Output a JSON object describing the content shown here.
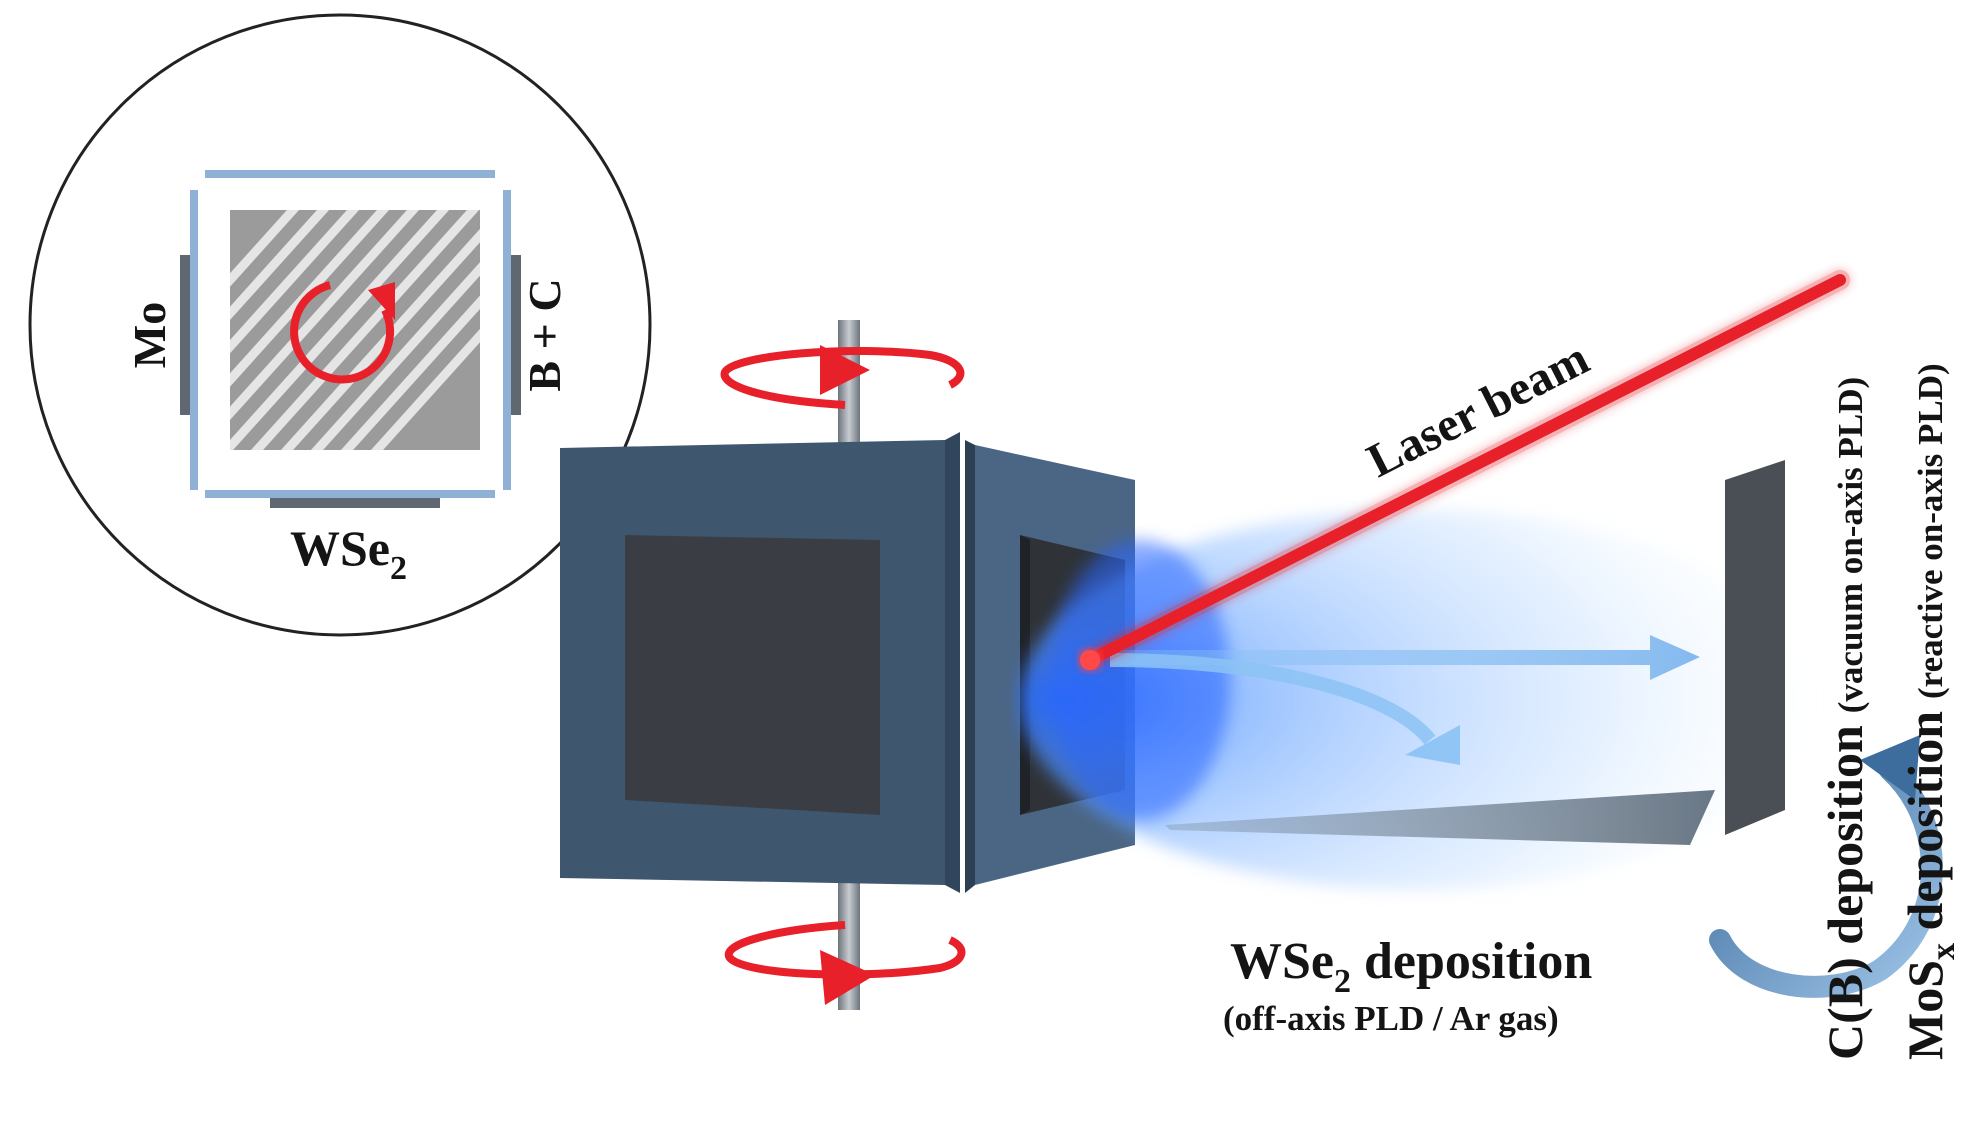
{
  "inset": {
    "left_label": "Mo",
    "right_label": "B + C",
    "bottom_label_main": "WSe",
    "bottom_label_sub": "2"
  },
  "laser": {
    "label": "Laser beam"
  },
  "wse2_deposition": {
    "title_main": "WSe",
    "title_sub": "2",
    "title_rest": " deposition",
    "subtitle": "(off-axis PLD / Ar gas)"
  },
  "cb_deposition": {
    "label": "C(B) deposition",
    "note": "(vacuum on-axis PLD)"
  },
  "mos_deposition": {
    "label_main": "MoS",
    "label_sub": "x",
    "label_rest": " deposition",
    "note": "(reactive on-axis PLD)"
  },
  "colors": {
    "laser": "#e8202a",
    "rotation_arrow": "#e8202a",
    "target_holder": "#3f566f",
    "target_face": "#3a3e44",
    "plume": "#2f7bff",
    "inset_frame": "#8fb1d6",
    "substrate": "#4a4f55"
  }
}
